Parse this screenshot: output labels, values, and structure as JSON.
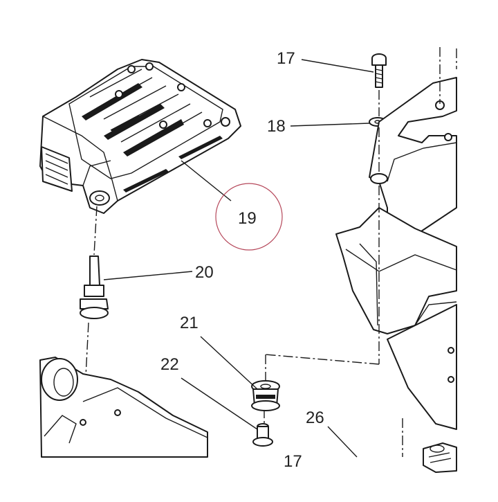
{
  "callouts": {
    "c17_top": "17",
    "c18": "18",
    "c19": "19",
    "c20": "20",
    "c21": "21",
    "c22": "22",
    "c26": "26",
    "c17_bottom": "17"
  },
  "highlight": {
    "target": "19",
    "color": "#b5475a"
  }
}
